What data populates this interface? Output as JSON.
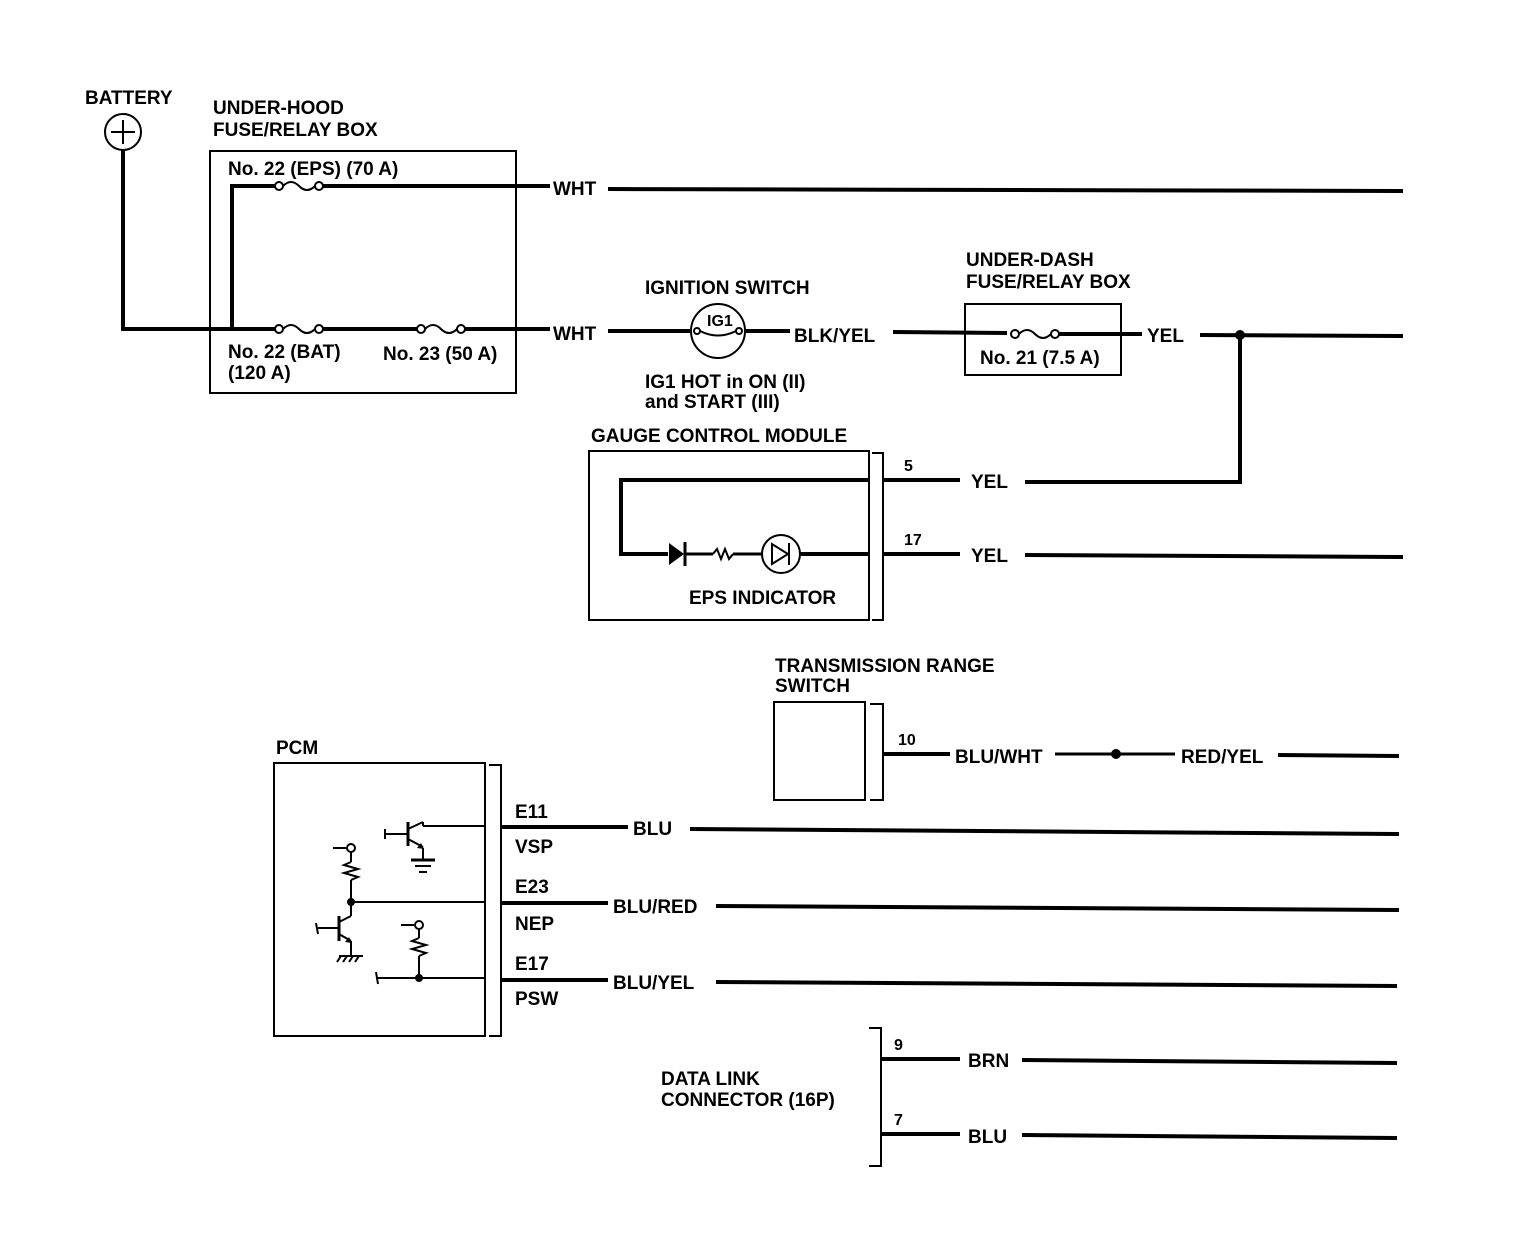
{
  "battery": {
    "label": "BATTERY"
  },
  "under_hood_box": {
    "title_line1": "UNDER-HOOD",
    "title_line2": "FUSE/RELAY BOX",
    "fuse_eps": "No. 22 (EPS) (70 A)",
    "fuse_bat_line1": "No. 22 (BAT)",
    "fuse_bat_line2": "(120 A)",
    "fuse_23": "No. 23 (50 A)"
  },
  "wires": {
    "wht_top": "WHT",
    "wht_ign": "WHT",
    "blk_yel": "BLK/YEL",
    "yel_main": "YEL",
    "yel_gcm_5": "YEL",
    "yel_gcm_17": "YEL",
    "blu_wht": "BLU/WHT",
    "red_yel": "RED/YEL",
    "blu_vsp": "BLU",
    "blu_red": "BLU/RED",
    "blu_yel": "BLU/YEL",
    "brn": "BRN",
    "blu_dlc": "BLU"
  },
  "ignition_switch": {
    "title": "IGNITION SWITCH",
    "terminal": "IG1",
    "note_line1": "IG1 HOT in ON (II)",
    "note_line2": "and START (III)"
  },
  "under_dash_box": {
    "title_line1": "UNDER-DASH",
    "title_line2": "FUSE/RELAY BOX",
    "fuse": "No. 21 (7.5 A)"
  },
  "gauge_control_module": {
    "title": "GAUGE CONTROL MODULE",
    "indicator": "EPS INDICATOR",
    "pin_5": "5",
    "pin_17": "17"
  },
  "transmission_range_switch": {
    "title_line1": "TRANSMISSION RANGE",
    "title_line2": "SWITCH",
    "pin": "10"
  },
  "pcm": {
    "title": "PCM",
    "pin_e11": "E11",
    "sig_vsp": "VSP",
    "pin_e23": "E23",
    "sig_nep": "NEP",
    "pin_e17": "E17",
    "sig_psw": "PSW"
  },
  "data_link_connector": {
    "title_line1": "DATA LINK",
    "title_line2": "CONNECTOR (16P)",
    "pin_9": "9",
    "pin_7": "7"
  }
}
